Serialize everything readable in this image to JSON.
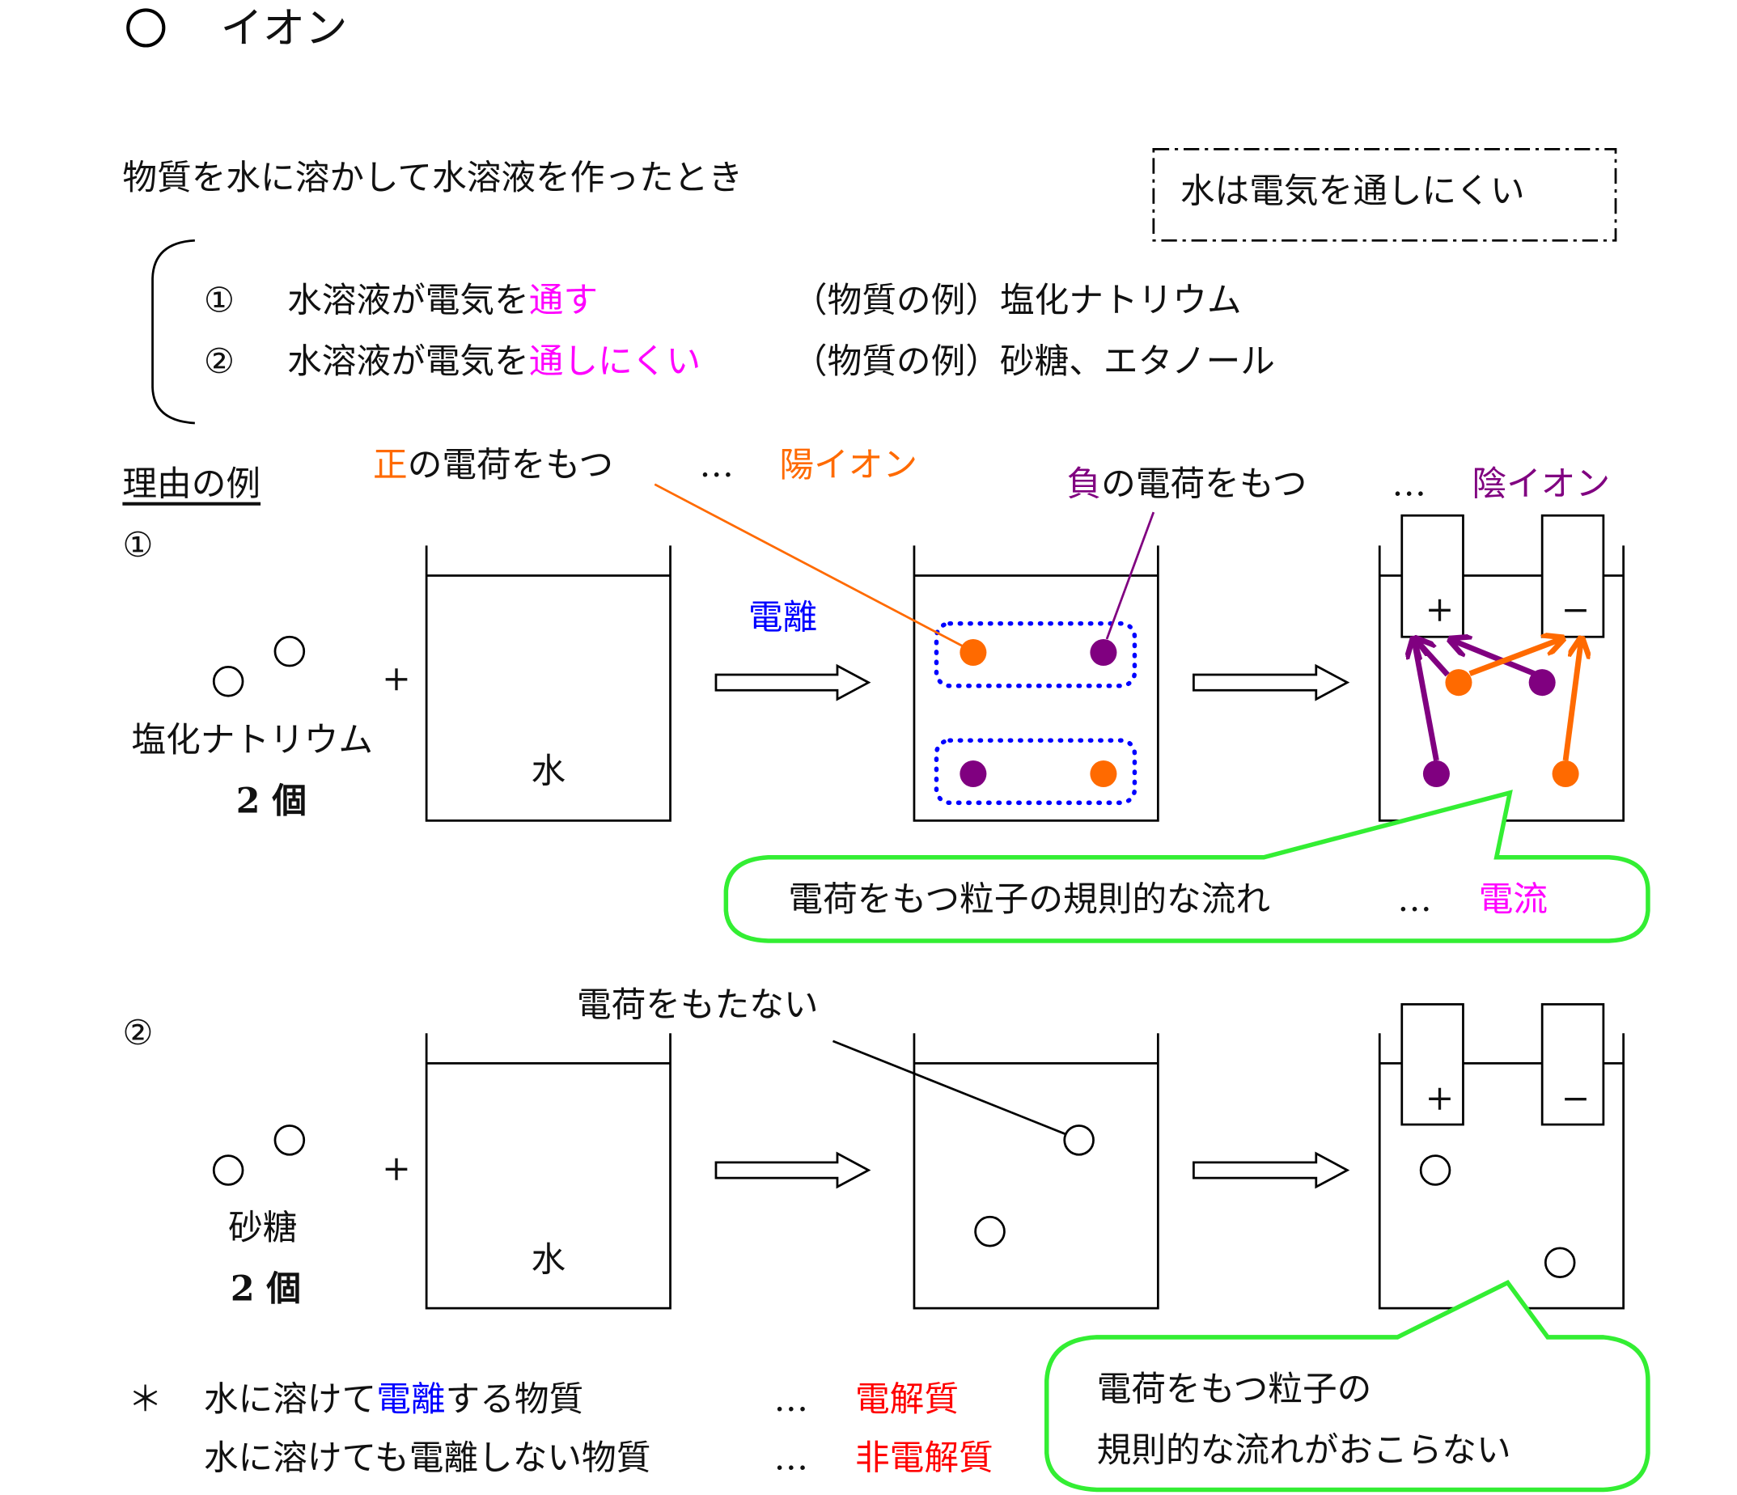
{
  "title": {
    "mark": "○",
    "text": "イオン"
  },
  "intro": "物質を水に溶かして水溶液を作ったとき",
  "note_box": "水は電気を通しにくい",
  "cases": [
    {
      "num": "①",
      "prefix": "水溶液が電気を",
      "highlight": "通す",
      "example": "（物質の例）塩化ナトリウム"
    },
    {
      "num": "②",
      "prefix": "水溶液が電気を",
      "highlight": "通しにくい",
      "example": "（物質の例）砂糖、エタノール"
    }
  ],
  "reason_label": "理由の例",
  "cation": {
    "head": "正",
    "rest": "の電荷をもつ",
    "dots": "…",
    "term": "陽イオン"
  },
  "anion": {
    "head": "負",
    "rest": "の電荷をもつ",
    "dots": "…",
    "term": "陰イオン"
  },
  "example1": {
    "num": "①",
    "plus": "+",
    "substance": "塩化ナトリウム",
    "count": "2 個",
    "water": "水",
    "ionize": "電離",
    "electrode_plus": "+",
    "electrode_minus": "−",
    "bubble": {
      "text": "電荷をもつ粒子の規則的な流れ",
      "dots": "…",
      "term": "電流"
    }
  },
  "example2": {
    "num": "②",
    "plus": "+",
    "substance": "砂糖",
    "count": "2 個",
    "water": "水",
    "no_charge": "電荷をもたない",
    "electrode_plus": "+",
    "electrode_minus": "−",
    "bubble": {
      "line1": "電荷をもつ粒子の",
      "line2": "規則的な流れがおこらない"
    }
  },
  "footnote": {
    "star": "＊",
    "line1": {
      "pre": "水に溶けて",
      "hl": "電離",
      "post": "する物質",
      "dots": "…",
      "term": "電解質"
    },
    "line2": {
      "text": "水に溶けても電離しない物質",
      "dots": "…",
      "term": "非電解質"
    }
  },
  "colors": {
    "orange": "#ff6a00",
    "purple": "#800080",
    "magenta": "#ff00ff",
    "blue": "#0000ff",
    "red": "#ff0000",
    "green": "#33ee33"
  }
}
